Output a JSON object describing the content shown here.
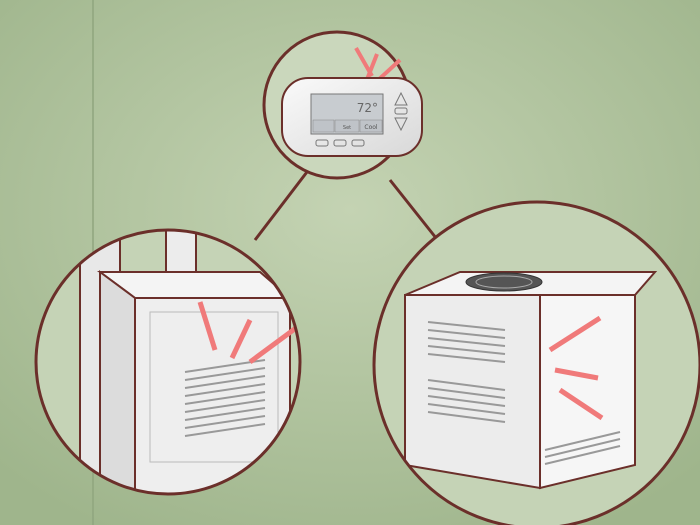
{
  "thermostat": {
    "temperature": "72°",
    "mode": "Cool",
    "set_label": "Set"
  },
  "colors": {
    "background": "#a8bd96",
    "circle_fill": "#c5d3b6",
    "outline": "#6b2f2a",
    "alert": "#f07a7a",
    "unit": "#eeeeee"
  }
}
